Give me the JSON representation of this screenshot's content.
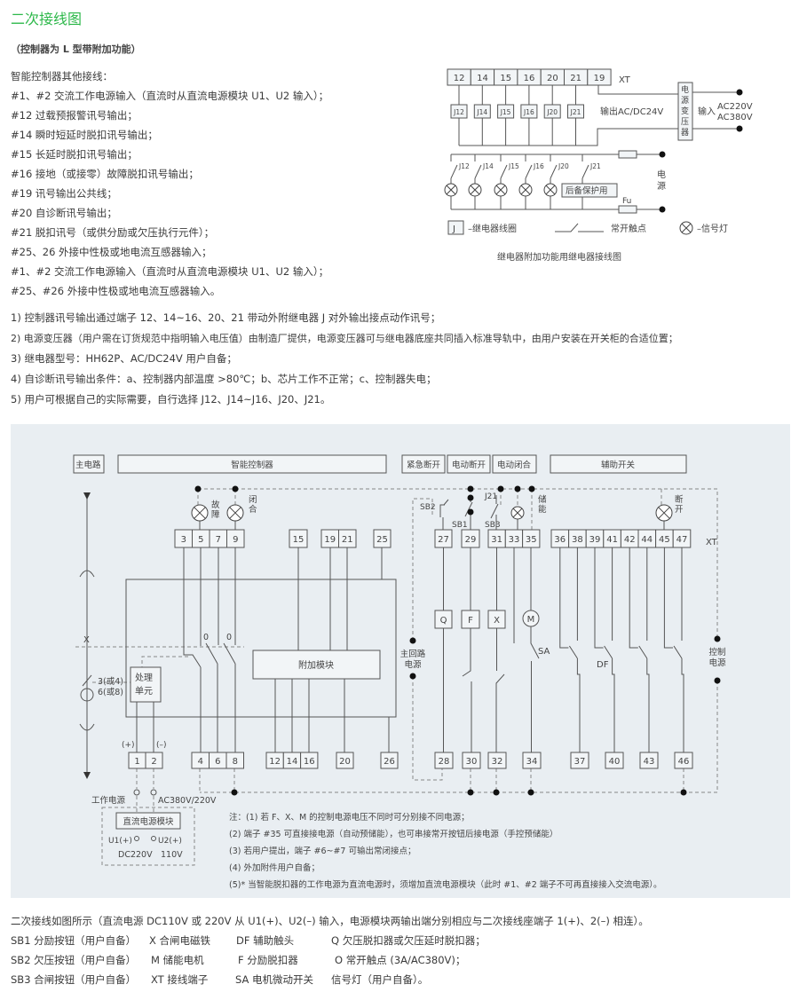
{
  "title": "二次接线图",
  "subtitle": "（控制器为 L 型带附加功能）",
  "wiring_list": [
    "智能控制器其他接线：",
    "#1、#2 交流工作电源输入（直流时从直流电源模块 U1、U2 输入）；",
    "#12 过载预报警讯号输出；",
    "#14 瞬时短延时脱扣讯号输出；",
    "#15 长延时脱扣讯号输出；",
    "#16 接地（或接零）故障脱扣讯号输出；",
    "#19 讯号输出公共线；",
    "#20 自诊断讯号输出；",
    "#21 脱扣讯号（或供分励或欠压执行元件）；",
    "#25、26 外接中性极或地电流互感器输入；",
    "#1、#2 交流工作电源输入（直流时从直流电源模块 U1、U2 输入）；",
    "#25、#26 外接中性极或地电流互感器输入。"
  ],
  "notes": [
    "1) 控制器讯号输出通过端子 12、14~16、20、21 带动外附继电器 J 对外输出接点动作讯号；",
    "2) 电源变压器（用户需在订货规范中指明输入电压值）由制造厂提供，电源变压器可与继电器底座共同插入标准导轨中，由用户安装在开关柜的合适位置；",
    "3) 继电器型号：HH62P、AC/DC24V 用户自备；",
    "4) 自诊断讯号输出条件：a、控制器内部温度 >80℃；b、芯片工作不正常；c、控制器失电；",
    "5) 用户可根据自己的实际需要，自行选择 J12、J14~J16、J20、J21。"
  ],
  "relay_diagram": {
    "terminals": [
      "12",
      "14",
      "15",
      "16",
      "20",
      "21",
      "19"
    ],
    "xt": "XT",
    "coils": [
      "J12",
      "J14",
      "J15",
      "J16",
      "J20",
      "J21"
    ],
    "output": "输出AC/DC24V",
    "transformer": [
      "电",
      "源",
      "变",
      "压",
      "器"
    ],
    "input": "输入",
    "ac220": "AC220V",
    "ac380": "AC380V",
    "backup": "后备保护用",
    "fu": "Fu",
    "power": [
      "电",
      "源"
    ],
    "legend": {
      "coil_symbol": "J",
      "coil": "–继电器线圈",
      "contact": "常开触点",
      "lamp": "–信号灯"
    },
    "caption": "继电器附加功能用继电器接线图"
  },
  "main_diagram": {
    "headers": {
      "main_circuit": "主电路",
      "controller": "智能控制器",
      "emergency_off": "紧急断开",
      "electric_off": "电动断开",
      "electric_on": "电动闭合",
      "aux_switch": "辅助开关"
    },
    "lamps": {
      "fault": [
        "故",
        "障"
      ],
      "closed": [
        "闭",
        "合"
      ],
      "charge": [
        "储",
        "能"
      ],
      "open": [
        "断",
        "开"
      ]
    },
    "top_left_terminals": [
      "3",
      "5",
      "7",
      "9"
    ],
    "t15": [
      "15"
    ],
    "t19_21": [
      "19",
      "21"
    ],
    "t25": [
      "25"
    ],
    "top_right_27": [
      "27"
    ],
    "top_right_29": [
      "29"
    ],
    "top_right_31": [
      "31",
      "33",
      "35"
    ],
    "aux_terminals": [
      "36",
      "38",
      "39",
      "41",
      "42",
      "44",
      "45",
      "47"
    ],
    "bottom_1_2": [
      "1",
      "2"
    ],
    "bottom_4_8": [
      "4",
      "6",
      "8"
    ],
    "bottom_12_16": [
      "12",
      "14",
      "16"
    ],
    "bottom_20": [
      "20"
    ],
    "bottom_26": [
      "26"
    ],
    "bottom_right": [
      [
        "28"
      ],
      [
        "30"
      ],
      [
        "32"
      ],
      [
        "34"
      ],
      [
        "37"
      ],
      [
        "40"
      ],
      [
        "43"
      ],
      [
        "46"
      ]
    ],
    "xt": "XT",
    "zero": "0",
    "module": "附加模块",
    "proc": [
      "处理",
      "单元"
    ],
    "ct1": "3(或4)",
    "ct2": "6(或8)",
    "x_mark": "X",
    "plus": "(+)",
    "minus": "(–)",
    "work_power": "工作电源",
    "ac": "AC380V/220V",
    "dc_module": "直流电源模块",
    "u1": "U1(+)",
    "u2": "U2(+)",
    "dc220": "DC220V",
    "v110": "110V",
    "sb1": "SB1",
    "sb2": "SB2",
    "sb3": "SB3",
    "j21": "J21",
    "q": "Q",
    "f": "F",
    "x": "X",
    "m": "M",
    "sa": "SA",
    "df": "DF",
    "main_loop_power": [
      "主回路",
      "电源"
    ],
    "control_power": [
      "控制",
      "电源"
    ],
    "notes": [
      "注：(1) 若 F、X、M 的控制电源电压不同时可分别接不同电源；",
      "(2) 端子 #35 可直接接电源（自动预储能），也可串接常开按钮后接电源（手控预储能）",
      "(3) 若用户提出，端子 #6~#7 可输出常闭接点；",
      "(4) 外加附件用户自备；",
      "(5)* 当智能脱扣器的工作电源为直流电源时，须增加直流电源模块（此时 #1、#2 端子不可再直接接入交流电源）。"
    ]
  },
  "footer": {
    "intro": "二次接线如图所示（直流电源 DC110V 或 220V 从 U1(+)、U2(–) 输入，电源模块两输出端分别相应与二次接线座端子 1(+)、2(–) 相连）。",
    "rows": [
      [
        "SB1 分励按钮（用户自备）",
        "X 合闸电磁铁",
        "DF 辅助触头",
        "Q 欠压脱扣器或欠压延时脱扣器；"
      ],
      [
        "SB2 欠压按钮（用户自备）",
        "M 储能电机",
        "F 分励脱扣器",
        "O 常开触点 (3A/AC380V)；"
      ],
      [
        "SB3 合闸按钮（用户自备）",
        "XT 接线端子",
        "SA 电机微动开关",
        "信号灯（用户自备）。"
      ]
    ]
  }
}
